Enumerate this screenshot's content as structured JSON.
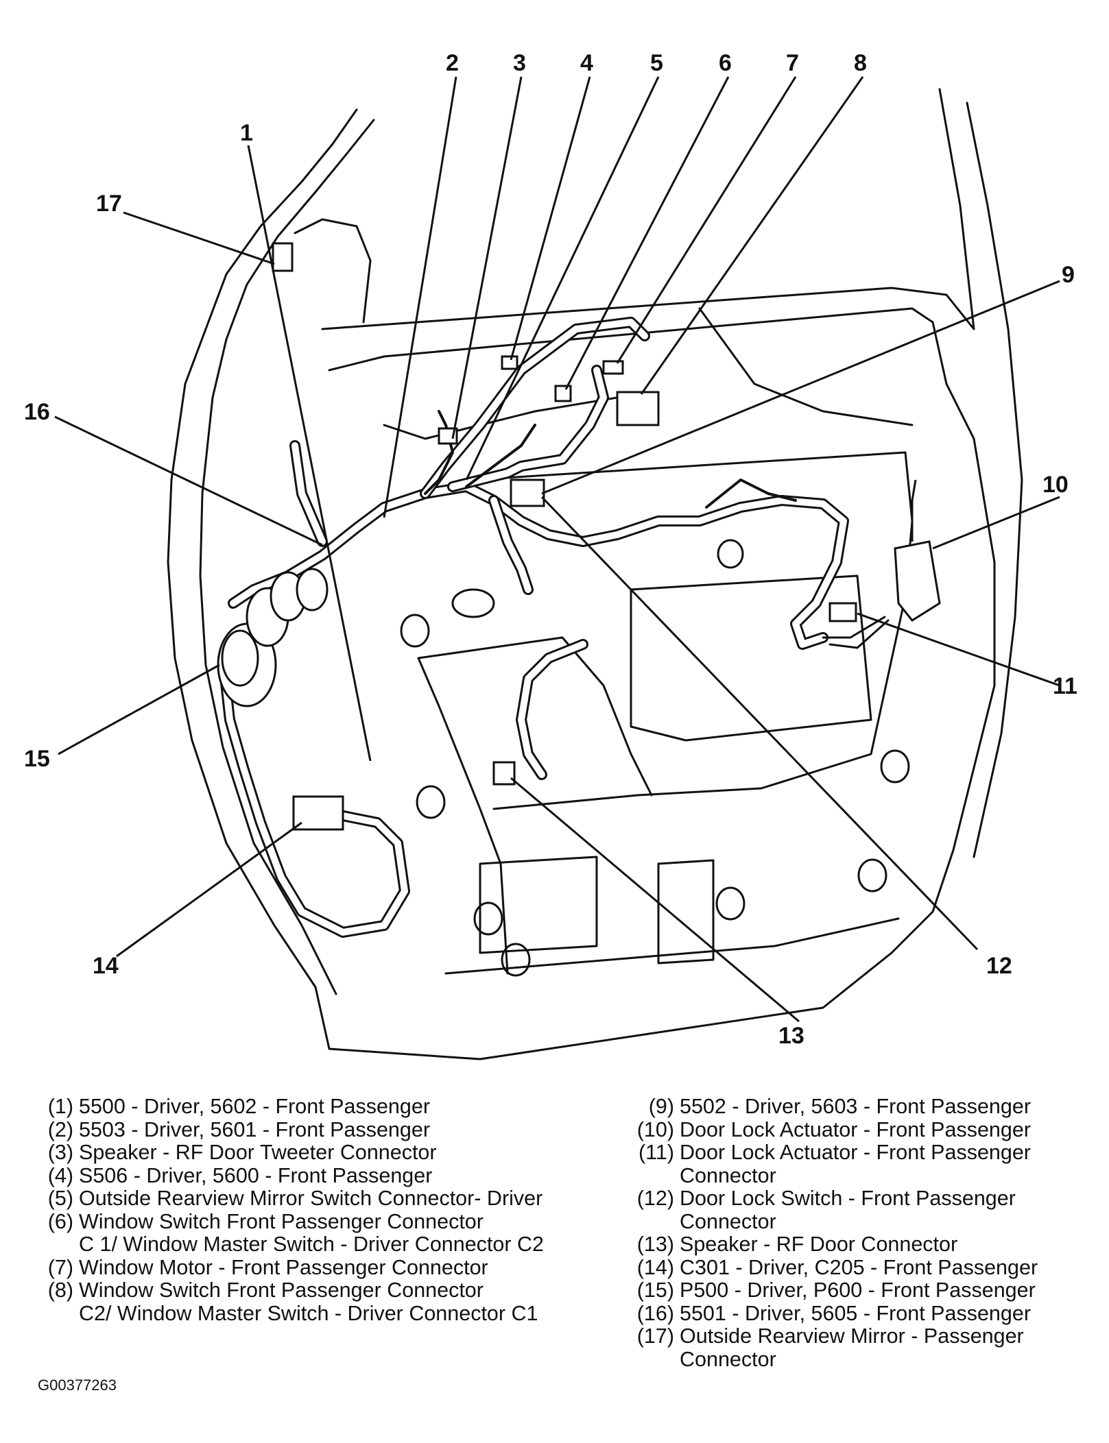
{
  "callouts": {
    "c1": "1",
    "c2": "2",
    "c3": "3",
    "c4": "4",
    "c5": "5",
    "c6": "6",
    "c7": "7",
    "c8": "8",
    "c9": "9",
    "c10": "10",
    "c11": "11",
    "c12": "12",
    "c13": "13",
    "c14": "14",
    "c15": "15",
    "c16": "16",
    "c17": "17"
  },
  "legend": {
    "left": [
      {
        "num": "(1)",
        "text": "5500 - Driver, 5602 - Front Passenger"
      },
      {
        "num": "(2)",
        "text": "5503 - Driver, 5601 - Front Passenger"
      },
      {
        "num": "(3)",
        "text": "Speaker - RF Door Tweeter Connector"
      },
      {
        "num": "(4)",
        "text": "S506 - Driver, 5600 - Front Passenger"
      },
      {
        "num": "(5)",
        "text": "Outside Rearview Mirror Switch Connector- Driver"
      },
      {
        "num": "(6)",
        "text": "Window Switch Front Passenger Connector"
      },
      {
        "num": "",
        "text": "C 1/ Window Master Switch - Driver Connector C2"
      },
      {
        "num": "(7)",
        "text": "Window Motor - Front Passenger Connector"
      },
      {
        "num": "(8)",
        "text": "Window Switch Front Passenger Connector"
      },
      {
        "num": "",
        "text": "C2/ Window Master Switch - Driver Connector C1"
      }
    ],
    "right": [
      {
        "num": "(9)",
        "text": "5502 - Driver, 5603 - Front Passenger"
      },
      {
        "num": "(10)",
        "text": "Door Lock Actuator - Front Passenger"
      },
      {
        "num": "(11)",
        "text": "Door Lock Actuator - Front Passenger"
      },
      {
        "num": "",
        "text": "Connector"
      },
      {
        "num": "(12)",
        "text": "Door Lock Switch - Front Passenger"
      },
      {
        "num": "",
        "text": "Connector"
      },
      {
        "num": "(13)",
        "text": "Speaker - RF Door Connector"
      },
      {
        "num": "(14)",
        "text": "C301 - Driver, C205 - Front Passenger"
      },
      {
        "num": "(15)",
        "text": "P500 - Driver, P600 - Front Passenger"
      },
      {
        "num": "(16)",
        "text": "5501 - Driver, 5605 - Front Passenger"
      },
      {
        "num": "(17)",
        "text": "Outside Rearview Mirror - Passenger"
      },
      {
        "num": "",
        "text": "Connector"
      }
    ]
  },
  "figure_id": "G00377263"
}
